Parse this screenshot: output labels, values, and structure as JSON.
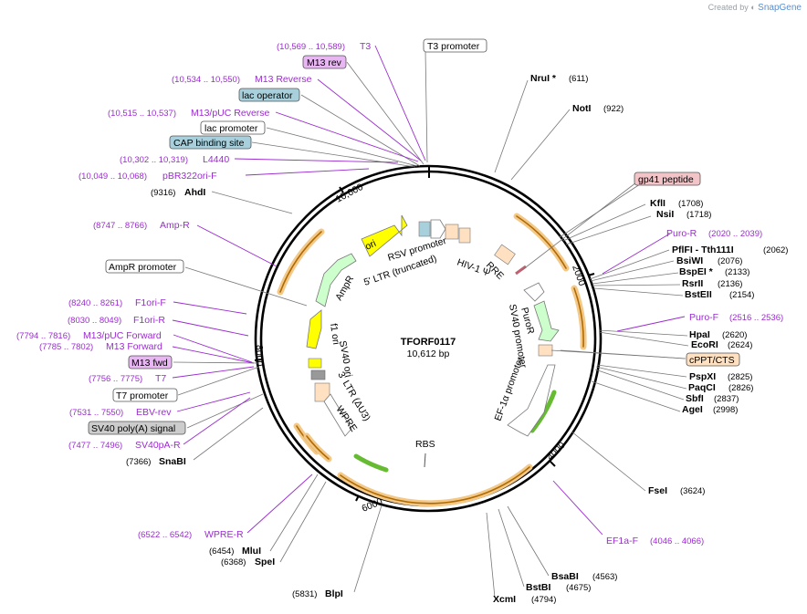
{
  "credit": {
    "prefix": "Created by",
    "brand": "SnapGene"
  },
  "plasmid": {
    "name": "TFORF0117",
    "size": "10,612 bp"
  },
  "ruler_ticks": [
    "2000",
    "4000",
    "6000",
    "8000",
    "10,000"
  ],
  "sites_right": [
    {
      "name": "NruI *",
      "pos": "(611)"
    },
    {
      "name": "NotI",
      "pos": "(922)"
    },
    {
      "name": "KflI",
      "pos": "(1708)"
    },
    {
      "name": "NsiI",
      "pos": "(1718)"
    },
    {
      "name": "PflFI - Tth111I",
      "pos": "(2062)"
    },
    {
      "name": "BsiWI",
      "pos": "(2076)"
    },
    {
      "name": "BspEI *",
      "pos": "(2133)"
    },
    {
      "name": "RsrII",
      "pos": "(2136)"
    },
    {
      "name": "BstEII",
      "pos": "(2154)"
    },
    {
      "name": "HpaI",
      "pos": "(2620)"
    },
    {
      "name": "EcoRI",
      "pos": "(2624)"
    },
    {
      "name": "PspXI",
      "pos": "(2825)"
    },
    {
      "name": "PaqCI",
      "pos": "(2826)"
    },
    {
      "name": "SbfI",
      "pos": "(2837)"
    },
    {
      "name": "AgeI",
      "pos": "(2998)"
    },
    {
      "name": "FseI",
      "pos": "(3624)"
    },
    {
      "name": "BsaBI",
      "pos": "(4563)"
    },
    {
      "name": "BstBI",
      "pos": "(4675)"
    },
    {
      "name": "XcmI",
      "pos": "(4794)"
    }
  ],
  "sites_left": [
    {
      "name": "AhdI",
      "pos": "(9316)"
    },
    {
      "name": "SnaBI",
      "pos": "(7366)"
    },
    {
      "name": "MluI",
      "pos": "(6454)"
    },
    {
      "name": "SpeI",
      "pos": "(6368)"
    },
    {
      "name": "BlpI",
      "pos": "(5831)"
    }
  ],
  "primers": [
    {
      "name": "T3",
      "range": "(10,569 .. 10,589)"
    },
    {
      "name": "M13 Reverse",
      "range": "(10,534 .. 10,550)"
    },
    {
      "name": "M13/pUC Reverse",
      "range": "(10,515 .. 10,537)"
    },
    {
      "name": "L4440",
      "range": "(10,302 .. 10,319)"
    },
    {
      "name": "pBR322ori-F",
      "range": "(10,049 .. 10,068)"
    },
    {
      "name": "Amp-R",
      "range": "(8747 .. 8766)"
    },
    {
      "name": "F1ori-F",
      "range": "(8240 .. 8261)"
    },
    {
      "name": "F1ori-R",
      "range": "(8030 .. 8049)"
    },
    {
      "name": "M13/pUC Forward",
      "range": "(7794 .. 7816)"
    },
    {
      "name": "M13 Forward",
      "range": "(7785 .. 7802)"
    },
    {
      "name": "T7",
      "range": "(7756 .. 7775)"
    },
    {
      "name": "EBV-rev",
      "range": "(7531 .. 7550)"
    },
    {
      "name": "SV40pA-R",
      "range": "(7477 .. 7496)"
    },
    {
      "name": "WPRE-R",
      "range": "(6522 .. 6542)"
    },
    {
      "name": "Puro-R",
      "range": "(2020 .. 2039)"
    },
    {
      "name": "Puro-F",
      "range": "(2516 .. 2536)"
    },
    {
      "name": "EF1a-F",
      "range": "(4046 .. 4066)"
    }
  ],
  "boxed_features": {
    "t3_promoter": "T3 promoter",
    "m13_rev": "M13 rev",
    "lac_operator": "lac operator",
    "lac_promoter": "lac promoter",
    "cap_site": "CAP binding site",
    "gp41": "gp41 peptide",
    "ampr_promoter": "AmpR promoter",
    "cppt": "cPPT/CTS",
    "m13_fwd": "M13 fwd",
    "t7_promoter": "T7 promoter",
    "sv40_polya": "SV40 poly(A) signal"
  },
  "inner_labels": {
    "ori": "ori",
    "rsv": "RSV promoter",
    "ltr5": "5' LTR (truncated)",
    "hiv": "HIV-1 Ψ",
    "rre": "RRE",
    "ampr": "AmpR",
    "f1ori": "f1 ori",
    "sv40ori": "SV40 ori",
    "ltr3": "3' LTR (ΔU3)",
    "wpre": "WPRE",
    "puror": "PuroR",
    "sv40prom": "SV40 promoter",
    "ef1a": "EF-1α promoter",
    "rbs": "RBS"
  },
  "colors": {
    "primer": "#9b2ccf",
    "orf_glow": "#f3c98a",
    "orf_arrow": "#b06a00",
    "ori_yellow": "#ffff00",
    "promoter_green": "#ccffcc",
    "misc_peach": "#ffe0c0",
    "lac_box": "#a8d0dc",
    "gp41_box": "#f2c4c8",
    "m13_box": "#e8b6f2",
    "grey_box": "#cccccc"
  }
}
